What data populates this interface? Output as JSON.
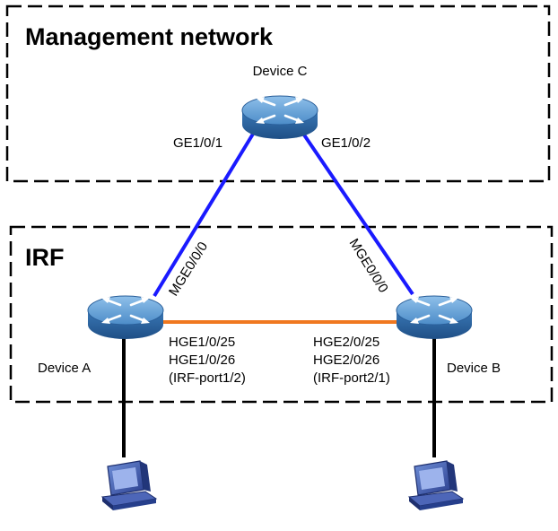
{
  "regions": {
    "management": {
      "title": "Management network"
    },
    "irf": {
      "title": "IRF"
    }
  },
  "devices": {
    "c": {
      "name": "Device C",
      "port_left": "GE1/0/1",
      "port_right": "GE1/0/2"
    },
    "a": {
      "name": "Device A",
      "mgmt_port": "MGE0/0/0",
      "irf_ports": [
        "HGE1/0/25",
        "HGE1/0/26",
        "(IRF-port1/2)"
      ]
    },
    "b": {
      "name": "Device B",
      "mgmt_port": "MGE0/0/0",
      "irf_ports": [
        "HGE2/0/25",
        "HGE2/0/26",
        "(IRF-port2/1)"
      ]
    }
  },
  "colors": {
    "mgmt_link": "#1a1aff",
    "irf_link": "#f07820",
    "host_link": "#000000",
    "switch_body": "#3f7fbe",
    "switch_top": "#6aa7dc",
    "pc_body": "#2f4f9f"
  }
}
